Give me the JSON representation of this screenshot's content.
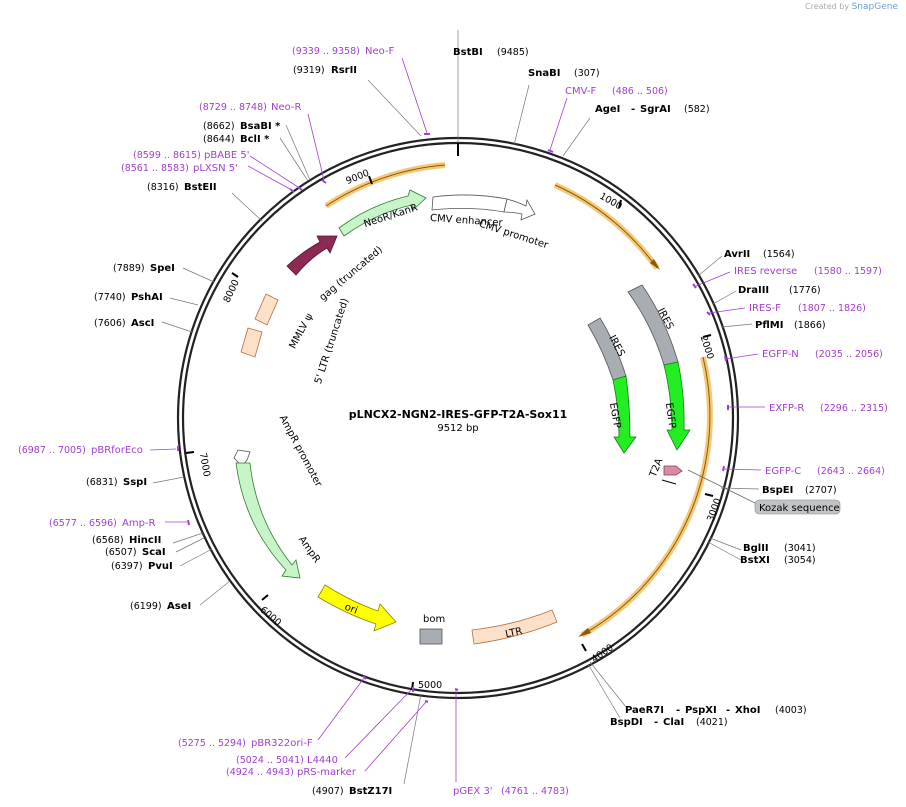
{
  "credit": {
    "prefix": "Created by",
    "brand": "SnapGene"
  },
  "plasmid": {
    "name": "pLNCX2-NGN2-IRES-GFP-T2A-Sox11",
    "size": "9512 bp"
  },
  "ticks": [
    "1000",
    "2000",
    "3000",
    "4000",
    "5000",
    "6000",
    "7000",
    "8000",
    "9000"
  ],
  "features": {
    "neo": "NeoR/KanR",
    "cmv_enh": "CMV enhancer",
    "cmv_prom": "CMV promoter",
    "gag": "gag (truncated)",
    "mmlv": "MMLV ψ",
    "ltr5": "5' LTR (truncated)",
    "ires1": "IRES",
    "ires2": "IRES",
    "egfp1": "EGFP",
    "egfp2": "EGFP",
    "t2a": "T2A",
    "kozak": "Kozak sequence",
    "ampr_prom": "AmpR promoter",
    "ampr": "AmpR",
    "ori": "ori",
    "bom": "bom",
    "ltr": "LTR"
  },
  "enzymes": [
    {
      "name": "BstBI",
      "pos": "(9485)"
    },
    {
      "name": "SnaBI",
      "pos": "(307)"
    },
    {
      "name": "AgeI",
      "sep": "-",
      "name2": "SgrAI",
      "pos": "(582)"
    },
    {
      "name": "RsrII",
      "pos": "(9319)"
    },
    {
      "name": "BsaBI *",
      "pos": "(8662)"
    },
    {
      "name": "BclI *",
      "pos": "(8644)"
    },
    {
      "name": "BstEII",
      "pos": "(8316)"
    },
    {
      "name": "SpeI",
      "pos": "(7889)"
    },
    {
      "name": "PshAI",
      "pos": "(7740)"
    },
    {
      "name": "AscI",
      "pos": "(7606)"
    },
    {
      "name": "SspI",
      "pos": "(6831)"
    },
    {
      "name": "HincII",
      "pos": "(6568)"
    },
    {
      "name": "ScaI",
      "pos": "(6507)"
    },
    {
      "name": "PvuI",
      "pos": "(6397)"
    },
    {
      "name": "AseI",
      "pos": "(6199)"
    },
    {
      "name": "AvrII",
      "pos": "(1564)"
    },
    {
      "name": "DraIII",
      "pos": "(1776)"
    },
    {
      "name": "PflMI",
      "pos": "(1866)"
    },
    {
      "name": "BspEI",
      "pos": "(2707)"
    },
    {
      "name": "BglII",
      "pos": "(3041)"
    },
    {
      "name": "BstXI",
      "pos": "(3054)"
    },
    {
      "name": "PaeR7I",
      "sep": "-",
      "name2": "PspXI",
      "sep2": "-",
      "name3": "XhoI",
      "pos": "(4003)"
    },
    {
      "name": "BspDI",
      "sep": "-",
      "name2": "ClaI",
      "pos": "(4021)"
    },
    {
      "name": "BstZ17I",
      "pos": "(4907)"
    }
  ],
  "primers": [
    {
      "name": "Neo-F",
      "pos": "(9339 .. 9358)"
    },
    {
      "name": "CMV-F",
      "pos": "(486 .. 506)"
    },
    {
      "name": "Neo-R",
      "pos": "(8729 .. 8748)"
    },
    {
      "name": "pBABE 5'",
      "pos": "(8599 .. 8615)"
    },
    {
      "name": "pLXSN 5'",
      "pos": "(8561 .. 8583)"
    },
    {
      "name": "IRES reverse",
      "pos": "(1580 .. 1597)"
    },
    {
      "name": "IRES-F",
      "pos": "(1807 .. 1826)"
    },
    {
      "name": "EGFP-N",
      "pos": "(2035 .. 2056)"
    },
    {
      "name": "EXFP-R",
      "pos": "(2296 .. 2315)"
    },
    {
      "name": "EGFP-C",
      "pos": "(2643 .. 2664)"
    },
    {
      "name": "pBRforEco",
      "pos": "(6987 .. 7005)"
    },
    {
      "name": "Amp-R",
      "pos": "(6577 .. 6596)"
    },
    {
      "name": "pBR322ori-F",
      "pos": "(5275 .. 5294)"
    },
    {
      "name": "L4440",
      "pos": "(5024 .. 5041)"
    },
    {
      "name": "pRS-marker",
      "pos": "(4924 .. 4943)"
    },
    {
      "name": "pGEX 3'",
      "pos": "(4761 .. 4783)"
    }
  ],
  "colors": {
    "backbone": "#222222",
    "primer": "#a03fd0",
    "orf_orange": "#f5d9b0",
    "neo_green": "#c8f5c8",
    "gag_maroon": "#8b2a52",
    "ires_gray": "#a8adb3",
    "egfp_green": "#22ee22",
    "ori_yellow": "#ffff00",
    "kozak_pink": "#d98aa8"
  }
}
